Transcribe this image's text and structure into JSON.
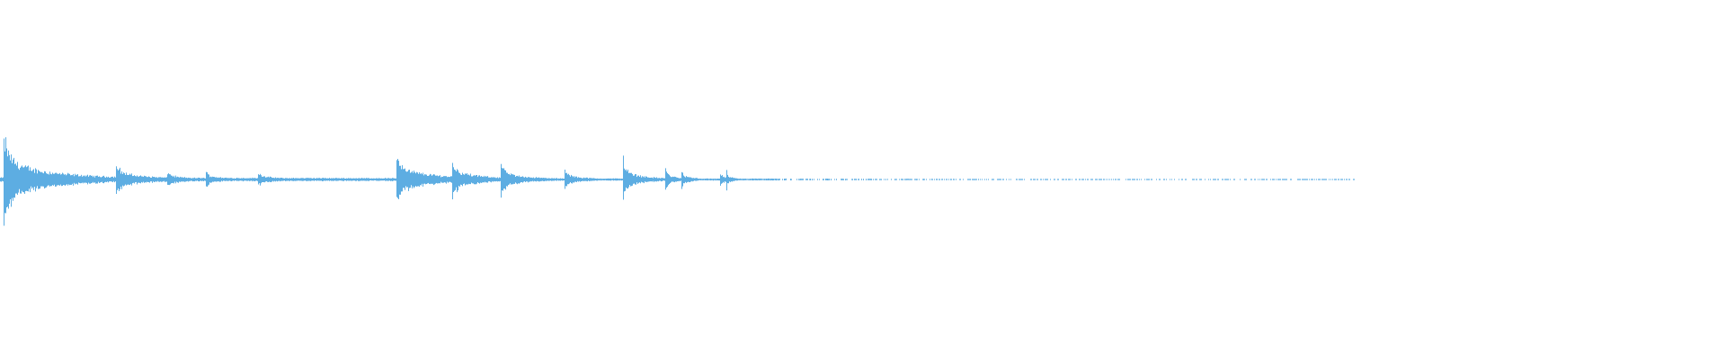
{
  "chart_data": {
    "type": "waveform",
    "color": "#5dade2",
    "background": "#ffffff",
    "grid": false,
    "axes_visible": false,
    "amplitude_range": [
      -1,
      1
    ],
    "time_range": [
      0,
      1
    ],
    "audio_end": 0.785,
    "noise_floor": 0.012,
    "onsets": [
      {
        "t": 0.0016,
        "amp": 0.27,
        "decay": 0.012
      },
      {
        "t": 0.0667,
        "amp": 0.095,
        "decay": 0.01
      },
      {
        "t": 0.0964,
        "amp": 0.05,
        "decay": 0.008
      },
      {
        "t": 0.1188,
        "amp": 0.045,
        "decay": 0.008
      },
      {
        "t": 0.149,
        "amp": 0.045,
        "decay": 0.008
      },
      {
        "t": 0.2292,
        "amp": 0.16,
        "decay": 0.01
      },
      {
        "t": 0.2615,
        "amp": 0.12,
        "decay": 0.008
      },
      {
        "t": 0.2901,
        "amp": 0.095,
        "decay": 0.007
      },
      {
        "t": 0.3266,
        "amp": 0.07,
        "decay": 0.005
      },
      {
        "t": 0.3609,
        "amp": 0.12,
        "decay": 0.005
      },
      {
        "t": 0.3854,
        "amp": 0.075,
        "decay": 0.003
      },
      {
        "t": 0.3943,
        "amp": 0.065,
        "decay": 0.003
      },
      {
        "t": 0.4167,
        "amp": 0.065,
        "decay": 0.002
      },
      {
        "t": 0.4208,
        "amp": 0.05,
        "decay": 0.002
      }
    ]
  }
}
